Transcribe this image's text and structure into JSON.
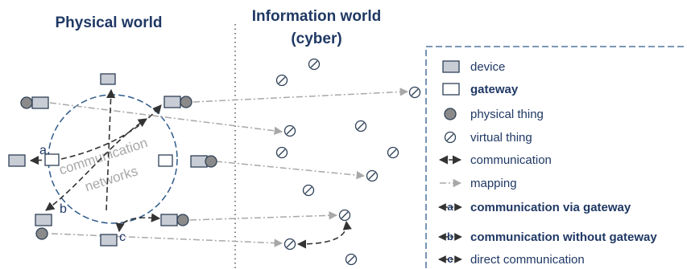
{
  "headers": {
    "physical": "Physical world",
    "information": "Information world",
    "information_sub": "(cyber)"
  },
  "network_label": [
    "communication",
    "networks"
  ],
  "edge_labels": {
    "a": "a.",
    "b": "b",
    "c": "c"
  },
  "legend": [
    {
      "key": "device",
      "label": "device",
      "icon": "device-square"
    },
    {
      "key": "gateway",
      "label": "gateway",
      "icon": "gateway-square"
    },
    {
      "key": "physical_thing",
      "label": "physical thing",
      "icon": "physical-thing-circle"
    },
    {
      "key": "virtual_thing",
      "label": "virtual thing",
      "icon": "virtual-thing-circle"
    },
    {
      "key": "communication",
      "label": "communication",
      "icon": "double-arrow-black"
    },
    {
      "key": "mapping",
      "label": "mapping",
      "icon": "dashdot-arrow-grey"
    },
    {
      "key": "via_gateway",
      "label": "communication via gateway",
      "tag": "a",
      "bold": true
    },
    {
      "key": "without_gateway",
      "label": "communication without gateway",
      "tag": "b",
      "bold": true
    },
    {
      "key": "direct",
      "label": "direct communication",
      "tag": "c",
      "bold": false
    }
  ],
  "colors": {
    "text": "#1f3864",
    "device_fill": "#c8ccd4",
    "physical_thing_fill": "#8a8a8a",
    "circle_dash": "#2e5a8a",
    "mapping": "#a8a8a8",
    "communication": "#333333"
  }
}
